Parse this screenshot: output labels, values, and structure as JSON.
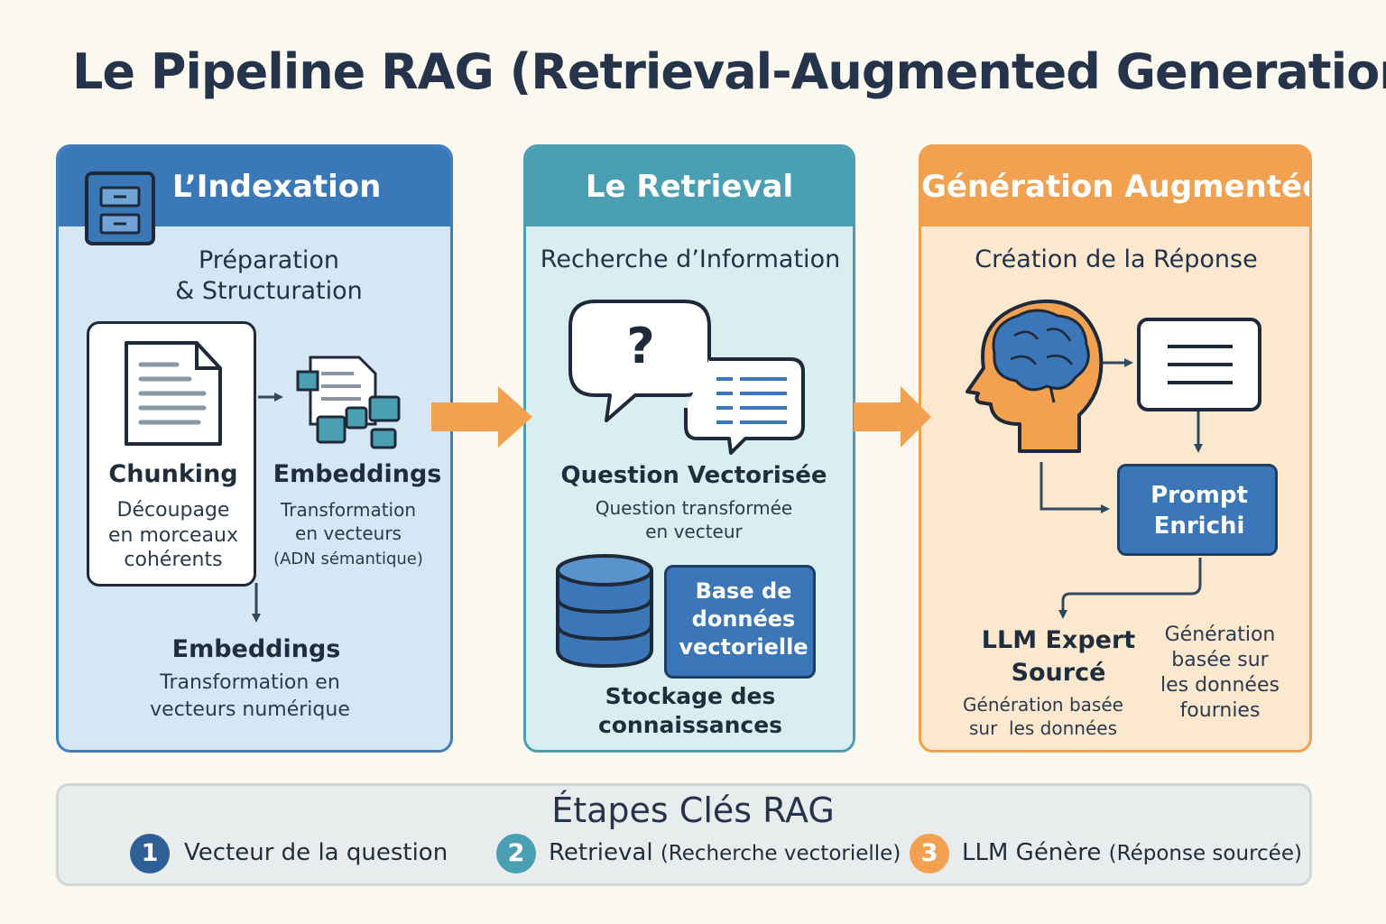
{
  "title": "Le Pipeline RAG (Retrieval-Augmented Generation)",
  "colors": {
    "blue": "#3a78b8",
    "teal": "#4a9fb3",
    "orange": "#f2a151",
    "dark": "#1f2d3d"
  },
  "indexation": {
    "header": "L’Indexation",
    "icon": "file-cabinet-icon",
    "subtitle_line1": "Préparation",
    "subtitle_line2": "& Structuration",
    "chunking": {
      "title": "Chunking",
      "line1": "Découpage",
      "line2": "en morceaux",
      "line3": "cohérents"
    },
    "embeddings_right": {
      "title": "Embeddings",
      "line1": "Transformation",
      "line2": "en vecteurs",
      "line3": "(ADN sémantique)"
    },
    "embeddings_bottom": {
      "title": "Embeddings",
      "line1": "Transformation en",
      "line2": "vecteurs numérique"
    }
  },
  "retrieval": {
    "header": "Le Retrieval",
    "subtitle": "Recherche d’Information",
    "question_mark": "?",
    "question": {
      "title": "Question Vectorisée",
      "line1": "Question transformée",
      "line2": "en vecteur"
    },
    "db_box": {
      "line1": "Base de",
      "line2": "données",
      "line3": "vectorielle"
    },
    "storage": {
      "line1": "Stockage des",
      "line2": "connaissances"
    }
  },
  "generation": {
    "header": "Génération Augmentée",
    "subtitle": "Création de la Réponse",
    "prompt": {
      "line1": "Prompt",
      "line2": "Enrichi"
    },
    "llm": {
      "title_line1": "LLM Expert",
      "title_line2": "Sourcé",
      "line1": "Génération basée",
      "line2": "sur  les données"
    },
    "side_note": {
      "line1": "Génération",
      "line2": "basée sur",
      "line3": "les données",
      "line4": "fournies"
    }
  },
  "footer": {
    "title": "Étapes Clés RAG",
    "steps": [
      {
        "num": "1",
        "label": "Vecteur de la question",
        "detail": ""
      },
      {
        "num": "2",
        "label": "Retrieval",
        "detail": "(Recherche vectorielle)"
      },
      {
        "num": "3",
        "label": "LLM Génère",
        "detail": "(Réponse sourcée)"
      }
    ]
  }
}
